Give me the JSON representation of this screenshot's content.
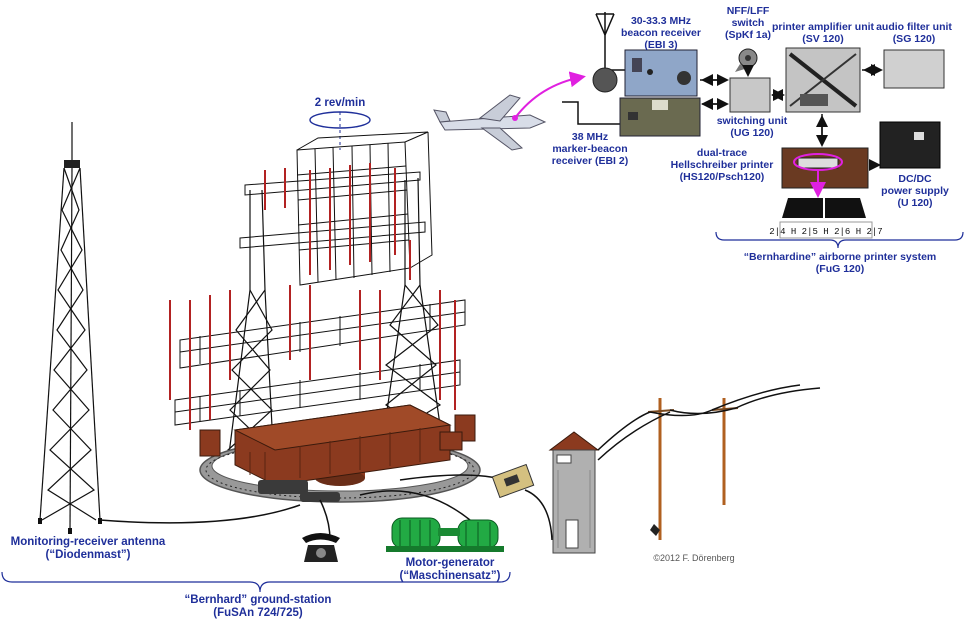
{
  "labels": {
    "rotation": "2 rev/min",
    "beacon_receiver": [
      "30-33.3 MHz",
      "beacon receiver",
      "(EBI 3)"
    ],
    "nff_switch": [
      "NFF/LFF",
      "switch",
      "(SpKf 1a)"
    ],
    "printer_amp": [
      "printer amplifier unit",
      "(SV 120)"
    ],
    "audio_filter": [
      "audio filter unit",
      "(SG 120)"
    ],
    "marker_beacon": [
      "38 MHz",
      "marker-beacon",
      "receiver (EBI 2)"
    ],
    "switching_unit": [
      "switching unit",
      "(UG 120)"
    ],
    "hell_printer": [
      "dual-trace",
      "Hellschreiber printer",
      "(HS120/Psch120)"
    ],
    "dcdc": [
      "DC/DC",
      "power supply",
      "(U 120)"
    ],
    "airborne_system": [
      "“Bernhardine” airborne printer system",
      "(FuG 120)"
    ],
    "monitoring_antenna": [
      "Monitoring-receiver antenna",
      "(“Diodenmast”)"
    ],
    "motor_generator": [
      "Motor-generator",
      "(“Maschinensatz”)"
    ],
    "ground_station": [
      "“Bernhard” ground-station",
      "(FuSAn 724/725)"
    ],
    "copyright": "©2012 F. Dörenberg",
    "tape_text": "2|4 H 2|5 H 2|6 H 2|7"
  },
  "colors": {
    "label_blue": "#1f2f9a",
    "arrow_magenta": "#e020e0",
    "rust": "#8b3a1f",
    "motor_green": "#20a040"
  }
}
